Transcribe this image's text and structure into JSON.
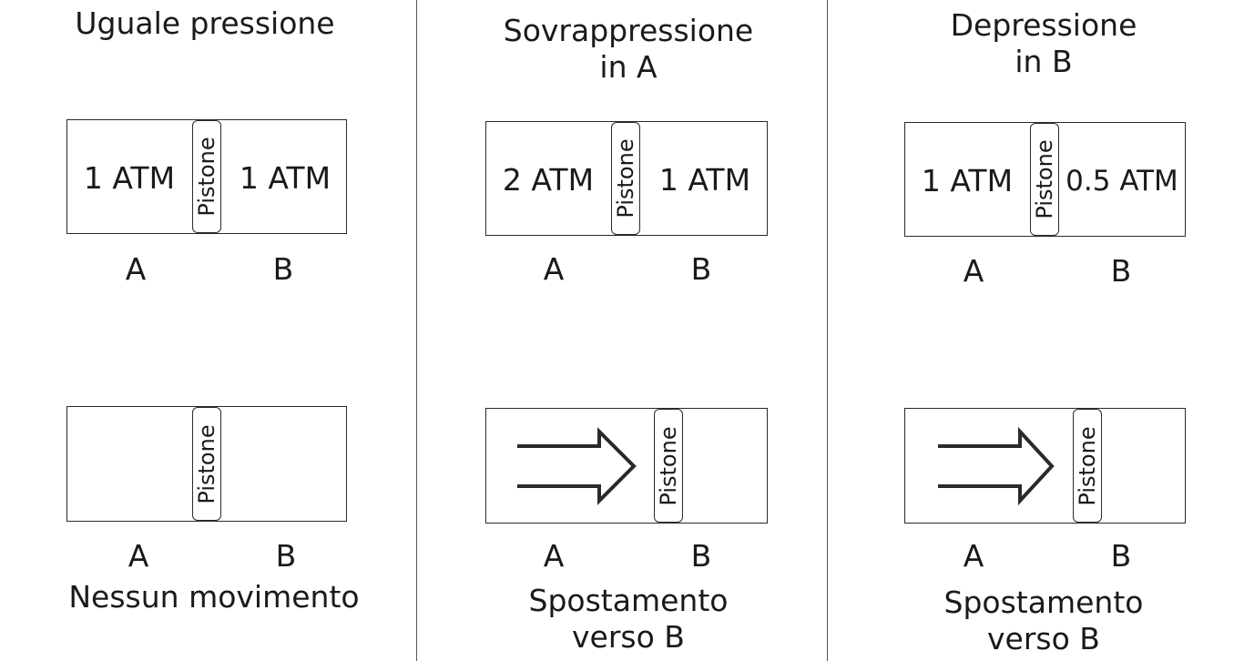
{
  "panels": [
    {
      "title": "Uguale pressione",
      "top": {
        "left_value": "1  ATM",
        "right_value": "1  ATM",
        "piston": "Pistone",
        "label_a": "A",
        "label_b": "B"
      },
      "bottom": {
        "piston": "Pistone",
        "label_a": "A",
        "label_b": "B",
        "arrow": false
      },
      "caption": "Nessun  movimento"
    },
    {
      "title": "Sovrappressione\nin  A",
      "top": {
        "left_value": "2  ATM",
        "right_value": "1  ATM",
        "piston": "Pistone",
        "label_a": "A",
        "label_b": "B"
      },
      "bottom": {
        "piston": "Pistone",
        "label_a": "A",
        "label_b": "B",
        "arrow": true,
        "arrow_icon": "double-arrow-right-icon"
      },
      "caption": "Spostamento\nverso  B"
    },
    {
      "title": "Depressione\nin  B",
      "top": {
        "left_value": "1  ATM",
        "right_value": "0.5  ATM",
        "piston": "Pistone",
        "label_a": "A",
        "label_b": "B"
      },
      "bottom": {
        "piston": "Pistone",
        "label_a": "A",
        "label_b": "B",
        "arrow": true,
        "arrow_icon": "double-arrow-right-icon"
      },
      "caption": "Spostamento\nverso  B"
    }
  ]
}
